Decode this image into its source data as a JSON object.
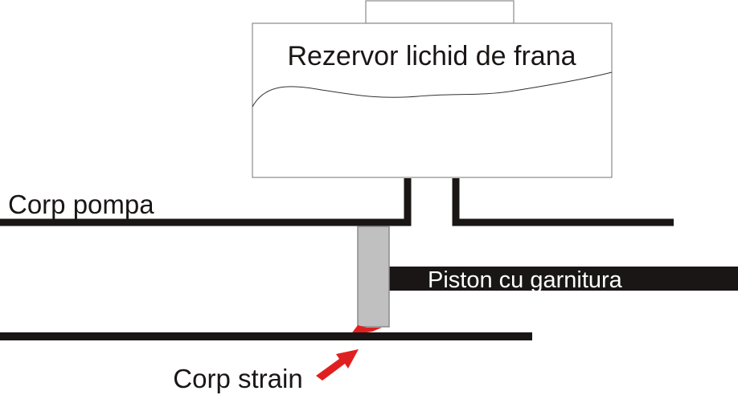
{
  "diagram": {
    "labels": {
      "reservoir": "Rezervor lichid de frana",
      "pump_body": "Corp pompa",
      "piston": "Piston cu garnitura",
      "strain_body": "Corp strain"
    },
    "colors": {
      "line": "#1a1616",
      "outline": "#8a8a8a",
      "piston_fill": "#c0c0c0",
      "accent_red": "#e02020",
      "background": "#ffffff",
      "piston_text": "#ffffff"
    }
  }
}
